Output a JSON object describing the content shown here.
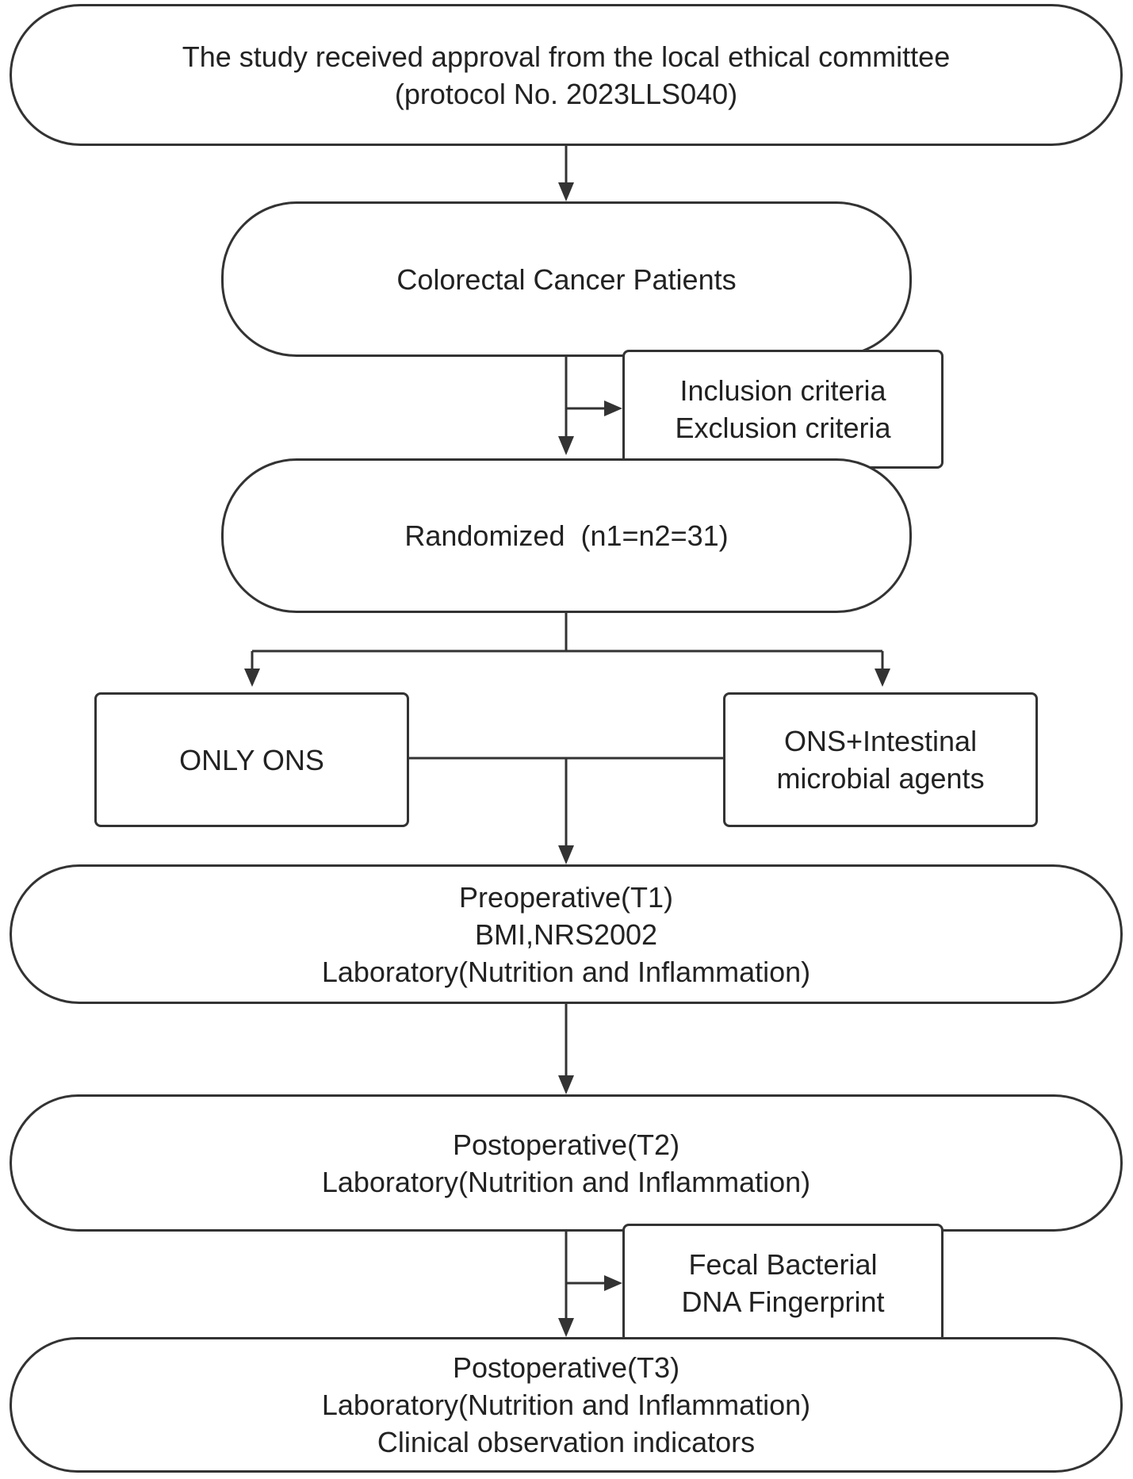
{
  "nodes": {
    "approval": {
      "lines": [
        "The study received approval from the local ethical committee",
        "(protocol No. 2023LLS040)"
      ]
    },
    "patients": {
      "lines": [
        "Colorectal Cancer Patients"
      ]
    },
    "criteria": {
      "lines": [
        "Inclusion criteria",
        "Exclusion criteria"
      ]
    },
    "randomized": {
      "lines": [
        "Randomized  (n1=n2=31)"
      ]
    },
    "only_ons": {
      "lines": [
        "ONLY ONS"
      ]
    },
    "ons_microbial": {
      "lines": [
        "ONS+Intestinal",
        "microbial agents"
      ]
    },
    "t1": {
      "lines": [
        "Preoperative(T1)",
        "BMI,NRS2002",
        "Laboratory(Nutrition and Inflammation)"
      ]
    },
    "t2": {
      "lines": [
        "Postoperative(T2)",
        "Laboratory(Nutrition and Inflammation)"
      ]
    },
    "fecal": {
      "lines": [
        "Fecal Bacterial",
        "DNA Fingerprint"
      ]
    },
    "t3": {
      "lines": [
        "Postoperative(T3)",
        "Laboratory(Nutrition and Inflammation)",
        "Clinical observation indicators"
      ]
    }
  },
  "colors": {
    "stroke": "#333333",
    "text": "#222222",
    "background": "#ffffff"
  }
}
